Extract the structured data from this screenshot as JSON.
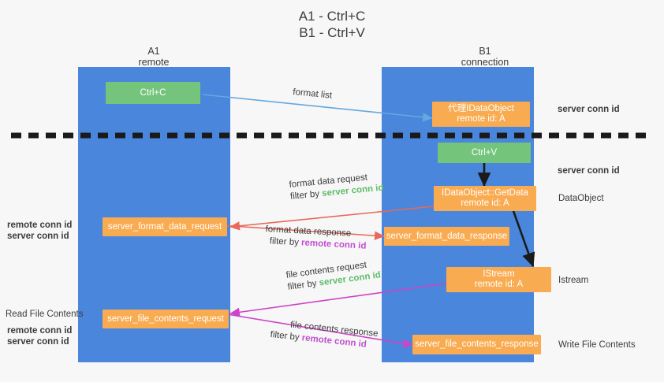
{
  "title": {
    "line1": "A1 - Ctrl+C",
    "line2": "B1 - Ctrl+V"
  },
  "lanes": [
    {
      "id": "a1",
      "name": "A1",
      "role": "remote",
      "color": "#4a86db"
    },
    {
      "id": "b1",
      "name": "B1",
      "role": "connection",
      "color": "#4a86db"
    }
  ],
  "colors": {
    "lane": "#4a86db",
    "orange_node": "#f9ab51",
    "green_node": "#74c47c",
    "green_text": "#5fbb6a",
    "purple_text": "#c04fd0",
    "blue_arrow": "#63a8e0",
    "red_arrow": "#e8685a",
    "magenta_arrow": "#cc44c8",
    "black_arrow": "#1a1a1a",
    "dash_line": "#1a1a1a",
    "background": "#f7f7f7"
  },
  "nodes": [
    {
      "id": "ctrl-c",
      "label1": "Ctrl+C",
      "label2": "",
      "kind": "green"
    },
    {
      "id": "proxy-idataobject",
      "label1": "代理IDataObject",
      "label2": "remote id: A",
      "kind": "orange"
    },
    {
      "id": "ctrl-v",
      "label1": "Ctrl+V",
      "label2": "",
      "kind": "green"
    },
    {
      "id": "idataobject-getdata",
      "label1": "IDataObject::GetData",
      "label2": "remote id: A",
      "kind": "orange"
    },
    {
      "id": "server-format-data-request",
      "label1": "server_format_data_request",
      "label2": "",
      "kind": "orange"
    },
    {
      "id": "server-format-data-response",
      "label1": "server_format_data_response",
      "label2": "",
      "kind": "orange"
    },
    {
      "id": "istream",
      "label1": "IStream",
      "label2": "remote id: A",
      "kind": "orange"
    },
    {
      "id": "server-file-contents-request",
      "label1": "server_file_contents_request",
      "label2": "",
      "kind": "orange"
    },
    {
      "id": "server-file-contents-response",
      "label1": "server_file_contents_response",
      "label2": "",
      "kind": "orange"
    }
  ],
  "edge_labels": {
    "format_list": "format list",
    "format_data_request": "format data request",
    "format_data_response": "format data response",
    "file_contents_request": "file contents request",
    "file_contents_response": "file contents response",
    "filter_by": "filter by ",
    "server_conn_id": "server conn id",
    "remote_conn_id": "remote conn id"
  },
  "right_annotations": [
    {
      "id": "ann-server-conn-id-1",
      "text": "server conn id",
      "style": "green"
    },
    {
      "id": "ann-server-conn-id-2",
      "text": "server conn id",
      "style": "green"
    },
    {
      "id": "ann-dataobject",
      "text": "DataObject",
      "style": "plain"
    },
    {
      "id": "ann-istream",
      "text": "Istream",
      "style": "plain"
    },
    {
      "id": "ann-write-file-contents",
      "text": "Write File Contents",
      "style": "plain"
    }
  ],
  "left_annotations": [
    {
      "id": "left-remote-conn-id-1",
      "text": "remote conn id",
      "style": "purple"
    },
    {
      "id": "left-server-conn-id-1",
      "text": "server conn id",
      "style": "green"
    },
    {
      "id": "left-read-file-contents",
      "text": "Read File Contents",
      "style": "plain"
    },
    {
      "id": "left-remote-conn-id-2",
      "text": "remote conn id",
      "style": "purple"
    },
    {
      "id": "left-server-conn-id-2",
      "text": "server conn id",
      "style": "green"
    }
  ]
}
